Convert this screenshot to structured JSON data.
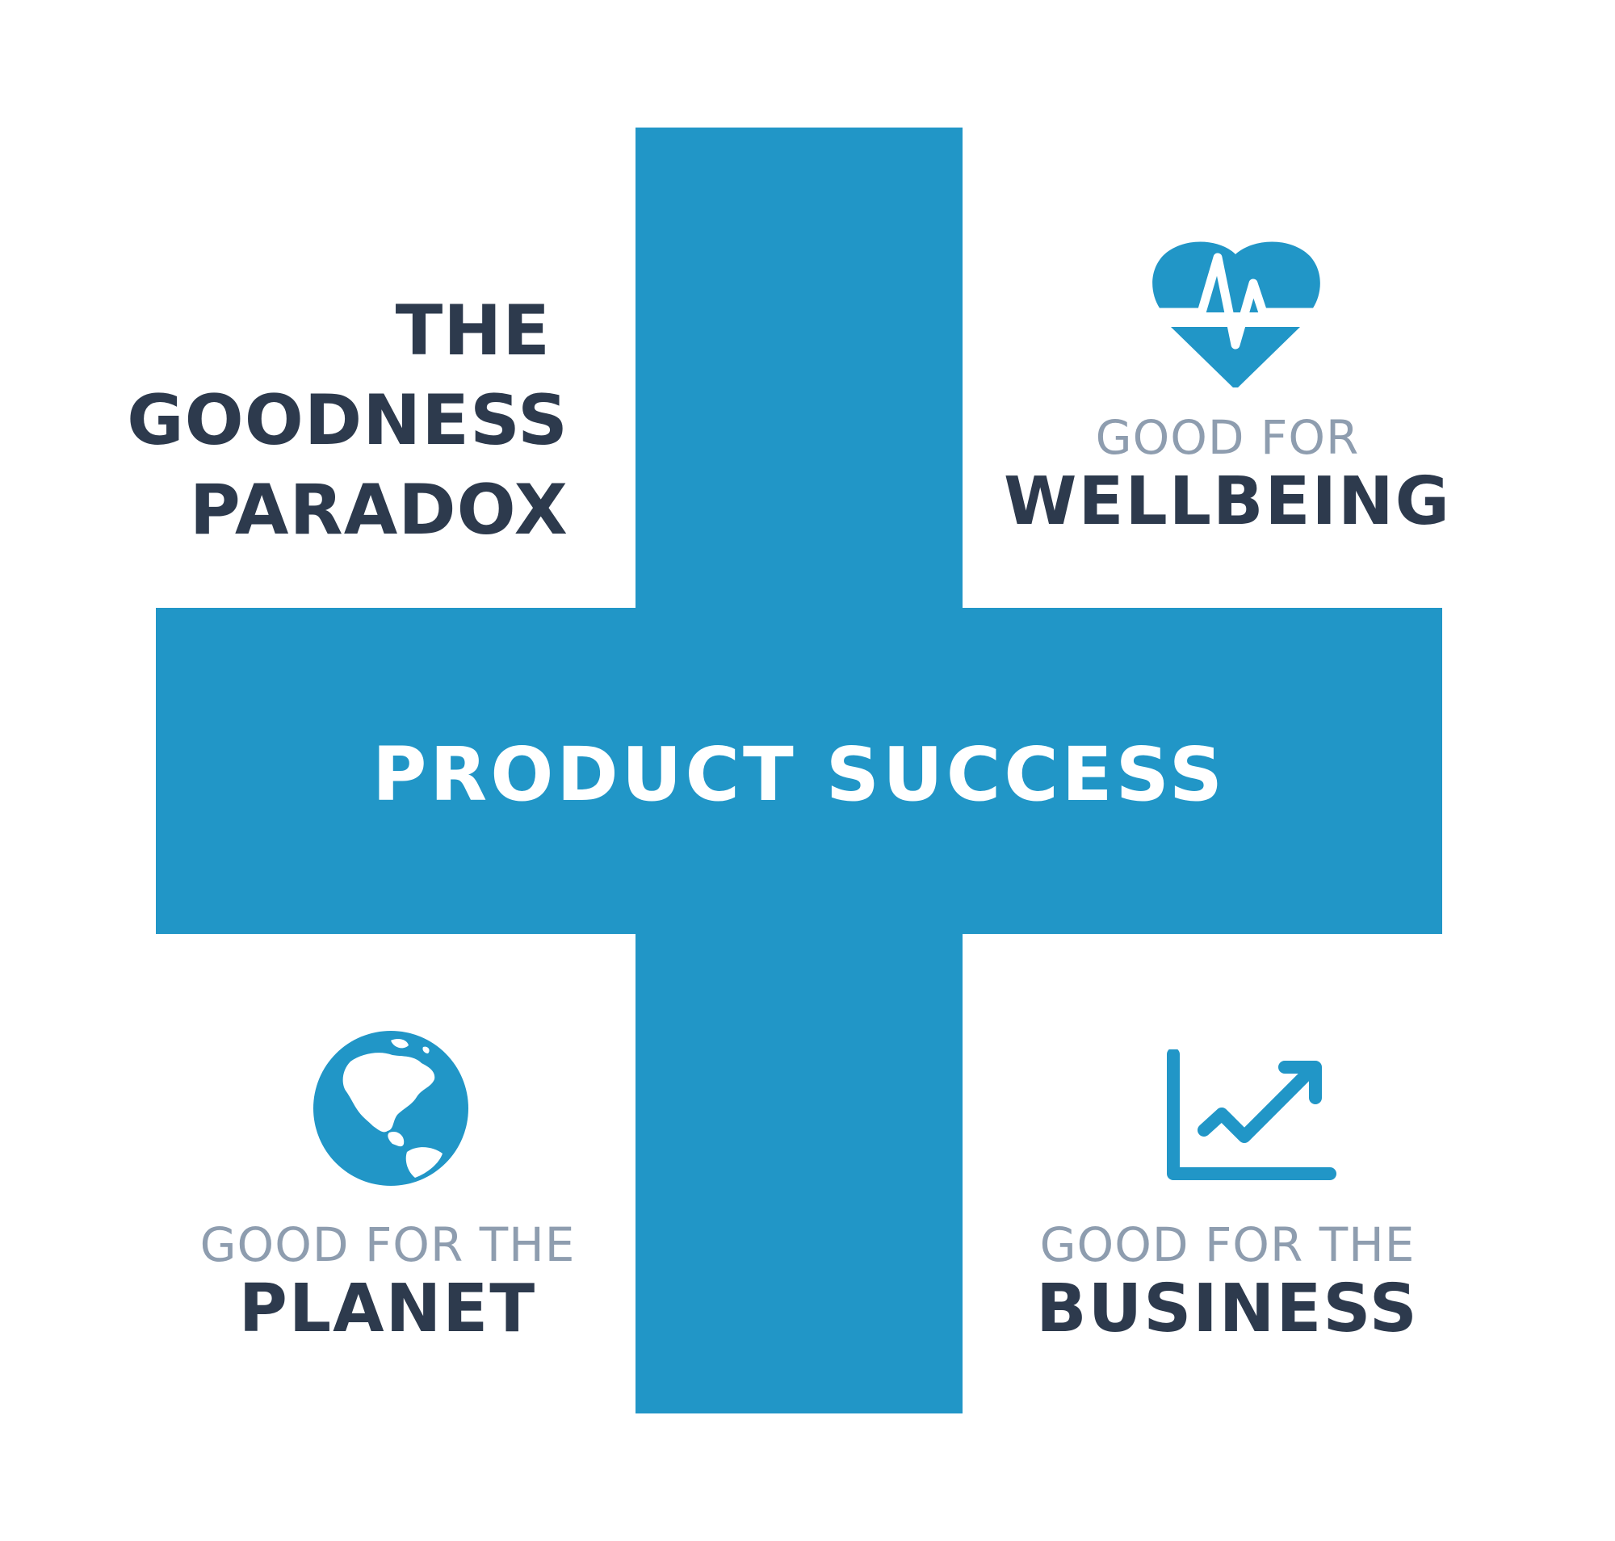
{
  "title": {
    "line1": "THE",
    "line2": "GOODNESS",
    "line3": "PARADOX"
  },
  "center": {
    "label": "PRODUCT SUCCESS"
  },
  "quadrants": {
    "wellbeing": {
      "sub": "GOOD FOR",
      "main": "WELLBEING",
      "icon": "heartbeat-icon"
    },
    "planet": {
      "sub": "GOOD FOR THE",
      "main": "PLANET",
      "icon": "globe-icon"
    },
    "business": {
      "sub": "GOOD FOR THE",
      "main": "BUSINESS",
      "icon": "growth-chart-icon"
    }
  },
  "colors": {
    "accent": "#2196c7",
    "dark_text": "#2d3a4d",
    "muted_text": "#8e9daf",
    "background": "#ffffff"
  }
}
